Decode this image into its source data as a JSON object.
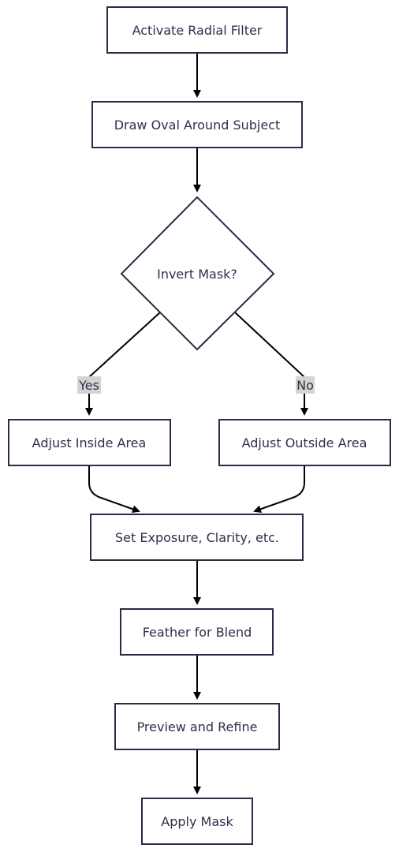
{
  "diagram": {
    "type": "flowchart",
    "direction": "top-to-bottom",
    "nodes": {
      "activate": "Activate Radial Filter",
      "draw": "Draw Oval Around Subject",
      "invert": "Invert Mask?",
      "inside": "Adjust Inside Area",
      "outside": "Adjust Outside Area",
      "set": "Set Exposure, Clarity, etc.",
      "feather": "Feather for Blend",
      "preview": "Preview and Refine",
      "apply": "Apply Mask"
    },
    "edges": {
      "yes": "Yes",
      "no": "No"
    },
    "connections": [
      {
        "from": "activate",
        "to": "draw"
      },
      {
        "from": "draw",
        "to": "invert"
      },
      {
        "from": "invert",
        "to": "inside",
        "label": "yes"
      },
      {
        "from": "invert",
        "to": "outside",
        "label": "no"
      },
      {
        "from": "inside",
        "to": "set"
      },
      {
        "from": "outside",
        "to": "set"
      },
      {
        "from": "set",
        "to": "feather"
      },
      {
        "from": "feather",
        "to": "preview"
      },
      {
        "from": "preview",
        "to": "apply"
      }
    ]
  }
}
